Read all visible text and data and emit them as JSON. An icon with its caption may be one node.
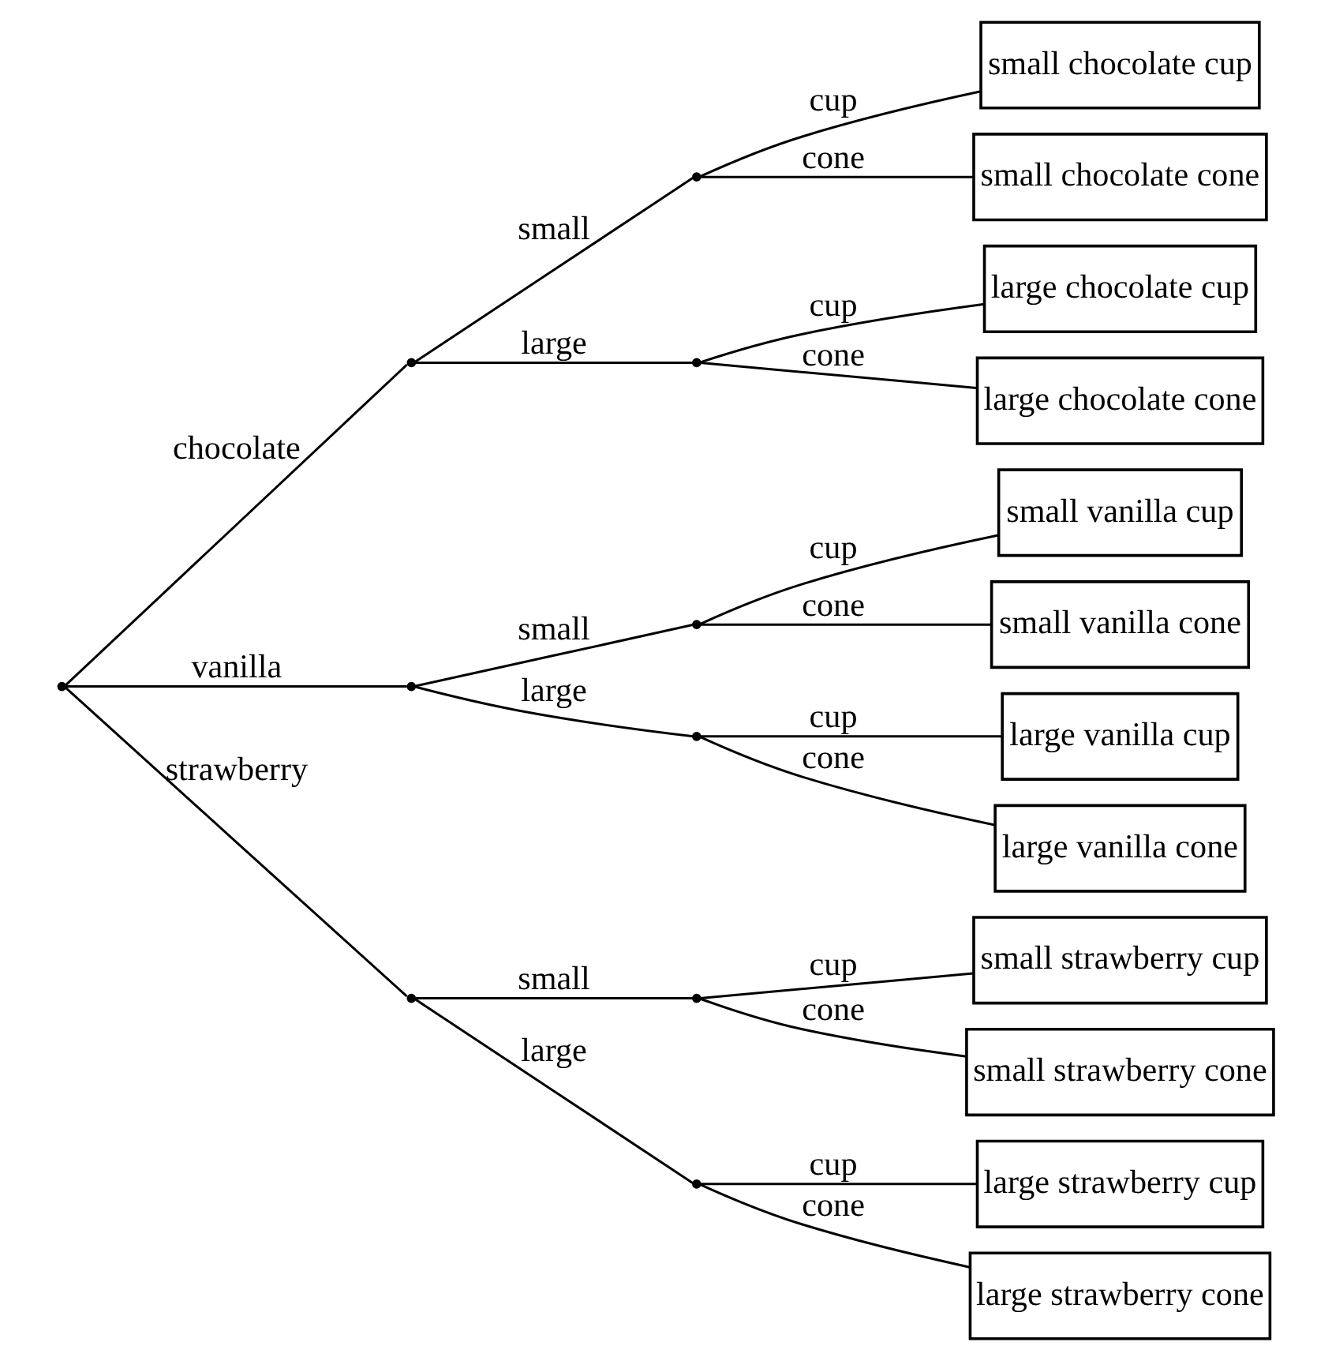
{
  "diagram": {
    "nodes": [
      {
        "text": [],
        "shape": "point"
      },
      {
        "text": [],
        "shape": "point"
      },
      {
        "text": [],
        "shape": "point"
      },
      {
        "text": [],
        "shape": "point"
      },
      {
        "text": [],
        "shape": "point"
      },
      {
        "text": [],
        "shape": "point"
      },
      {
        "text": [],
        "shape": "point"
      },
      {
        "text": [],
        "shape": "point"
      },
      {
        "text": [],
        "shape": "point"
      },
      {
        "text": [],
        "shape": "point"
      },
      {
        "text": [
          "small chocolate cup"
        ]
      },
      {
        "text": [
          "small chocolate cone"
        ]
      },
      {
        "text": [
          "large chocolate cup"
        ]
      },
      {
        "text": [
          "large chocolate cone"
        ]
      },
      {
        "text": [
          "small vanilla cup"
        ]
      },
      {
        "text": [
          "small vanilla cone"
        ]
      },
      {
        "text": [
          "large vanilla cup"
        ]
      },
      {
        "text": [
          "large vanilla cone"
        ]
      },
      {
        "text": [
          "small strawberry cup"
        ]
      },
      {
        "text": [
          "small strawberry cone"
        ]
      },
      {
        "text": [
          "large strawberry cup"
        ]
      },
      {
        "text": [
          "large strawberry cone"
        ]
      }
    ],
    "edges": [
      {
        "from": 0,
        "to": 1,
        "label": "chocolate",
        "arrow": "none"
      },
      {
        "from": 0,
        "to": 2,
        "label": "vanilla",
        "arrow": "none"
      },
      {
        "from": 0,
        "to": 3,
        "label": "strawberry",
        "arrow": "none"
      },
      {
        "from": 1,
        "to": 4,
        "label": "small",
        "arrow": "none"
      },
      {
        "from": 1,
        "to": 5,
        "label": "large",
        "arrow": "none"
      },
      {
        "from": 2,
        "to": 6,
        "label": "small",
        "arrow": "none"
      },
      {
        "from": 2,
        "to": 7,
        "label": "large",
        "arrow": "none"
      },
      {
        "from": 3,
        "to": 8,
        "label": "small",
        "arrow": "none"
      },
      {
        "from": 3,
        "to": 9,
        "label": "large",
        "arrow": "none"
      },
      {
        "from": 4,
        "to": 10,
        "label": "cup",
        "arrow": "none"
      },
      {
        "from": 4,
        "to": 11,
        "label": "cone",
        "arrow": "none"
      },
      {
        "from": 5,
        "to": 12,
        "label": "cup",
        "arrow": "none"
      },
      {
        "from": 5,
        "to": 13,
        "label": "cone",
        "arrow": "none"
      },
      {
        "from": 6,
        "to": 14,
        "label": "cup",
        "arrow": "none"
      },
      {
        "from": 6,
        "to": 15,
        "label": "cone",
        "arrow": "none"
      },
      {
        "from": 7,
        "to": 16,
        "label": "cup",
        "arrow": "none"
      },
      {
        "from": 7,
        "to": 17,
        "label": "cone",
        "arrow": "none"
      },
      {
        "from": 8,
        "to": 18,
        "label": "cup",
        "arrow": "none"
      },
      {
        "from": 8,
        "to": 19,
        "label": "cone",
        "arrow": "none"
      },
      {
        "from": 9,
        "to": 20,
        "label": "cup",
        "arrow": "none"
      },
      {
        "from": 9,
        "to": 21,
        "label": "cone",
        "arrow": "none"
      }
    ]
  }
}
